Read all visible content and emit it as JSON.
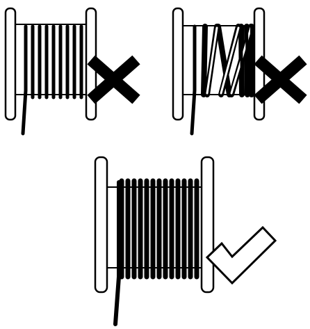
{
  "panels": [
    {
      "id": "loose-gapped",
      "verdict": "incorrect",
      "mark_icon": "cross-icon"
    },
    {
      "id": "crossed-uneven",
      "verdict": "incorrect",
      "mark_icon": "cross-icon"
    },
    {
      "id": "tight-even",
      "verdict": "correct",
      "mark_icon": "check-icon"
    }
  ],
  "colors": {
    "ink": "#000000",
    "paper": "#ffffff"
  }
}
